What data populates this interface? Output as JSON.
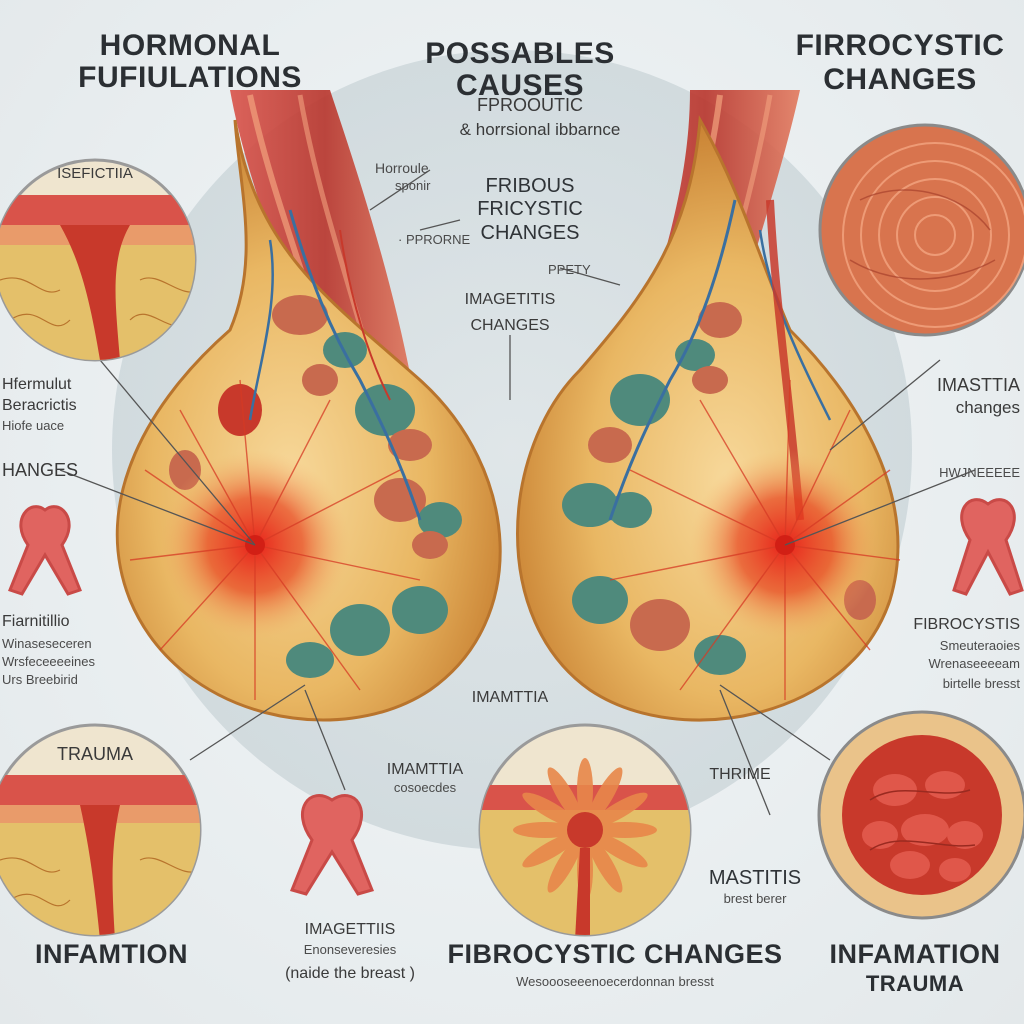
{
  "headings": {
    "top_left": "HORMONAL FUFIULATIONS",
    "top_center": "POSSABLES CAUSES",
    "top_right_1": "FIRROCYSTIC",
    "top_right_2": "CHANGES",
    "bottom_left": "INFAMTION",
    "bottom_center": "FIBROCYSTIC CHANGES",
    "bottom_right_1": "INFAMATION",
    "bottom_right_2": "TRAUMA"
  },
  "labels": {
    "center_1": "FPROOUTIC",
    "center_2": "& horrsional ibbarnce",
    "horroule": "Horroule",
    "horroule_sub": "sponir",
    "fibrous_1": "FRIBOUS",
    "fibrous_2": "FRICYSTIC",
    "fibrous_3": "CHANGES",
    "pprorne": "· PPRORNE",
    "ppety": "PPETY",
    "imagetitis": "IMAGETITIS",
    "changes_mid": "CHANGES",
    "circle_tl": "ISEFICTIIA",
    "left_1": "Hfermulut",
    "left_2": "Beracrictis",
    "left_3": "Hiofe uace",
    "left_4": "HANGES",
    "left_5": "Fiarnitillio",
    "left_6": "Winaseseceren",
    "left_7": "Wrsfeceeeeines",
    "left_8": "Urs Breebirid",
    "right_1": "IMASTTIA",
    "right_2": "changes",
    "right_3": "HWJNEEEEE",
    "right_4": "FIBROCYSTIS",
    "right_5": "Smeuteraoies",
    "right_6": "Wrenaseeeeam",
    "right_7": "birtelle bresst",
    "trauma": "TRAUMA",
    "imamttia_mid": "IMAMTTIA",
    "imamttia_bot": "IMAMTTIA",
    "imamttia_bot_sub": "cosoecdes",
    "thrime": "THRIME",
    "mastitis": "MASTITIS",
    "mastitis_sub": "brest berer",
    "bottom_note_1": "IMAGETTIIS",
    "bottom_note_2": "Enonseveresies",
    "bottom_note_3": "(naide the breast )",
    "bottom_center_sub": "Wesoooseeenoecerdonnan bresst"
  },
  "colors": {
    "skin": "#e8b35a",
    "tissue_red": "#c8392b",
    "gland_teal": "#4f8a7c",
    "ribbon": "#e06460",
    "background": "#eef1f2"
  }
}
